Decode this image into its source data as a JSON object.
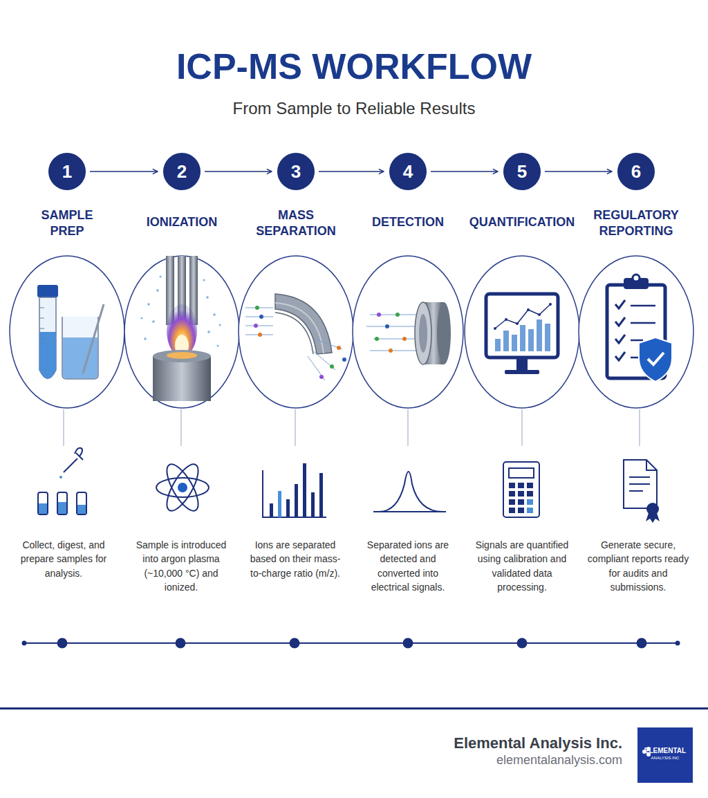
{
  "diagram": {
    "title": "ICP-MS WORKFLOW",
    "caption": "From Sample to Reliable Results",
    "nodes": [
      {
        "text": [
          "1"
        ]
      },
      {
        "text": [
          "2"
        ]
      },
      {
        "text": [
          "3"
        ]
      },
      {
        "text": [
          "4"
        ]
      },
      {
        "text": [
          "5"
        ]
      },
      {
        "text": [
          "6"
        ]
      }
    ],
    "edges": [
      {
        "from": 0,
        "to": 1,
        "arrow": "to"
      },
      {
        "from": 1,
        "to": 2,
        "arrow": "to"
      },
      {
        "from": 2,
        "to": 3,
        "arrow": "to"
      },
      {
        "from": 3,
        "to": 4,
        "arrow": "to"
      },
      {
        "from": 4,
        "to": 5,
        "arrow": "to"
      }
    ],
    "labels": [
      "SAMPLE PREP",
      "IONIZATION",
      "MASS SEPARATION",
      "DETECTION",
      "QUANTIFICATION",
      "REGULATORY REPORTING",
      "Collect, digest, and prepare samples for analysis.",
      "Sample is introduced into argon plasma (~10,000 °C) and ionized.",
      "Ions are separated based on their mass-to-charge ratio (m/z).",
      "Separated ions are detected and converted into electrical signals.",
      "Signals are quantified using calibration and validated data processing.",
      "Generate secure, compliant reports ready for audits and submissions.",
      "Elemental Analysis Inc.",
      "elementalanalysis.com",
      "ELEMENTAL",
      "ANALYSIS INC"
    ]
  }
}
